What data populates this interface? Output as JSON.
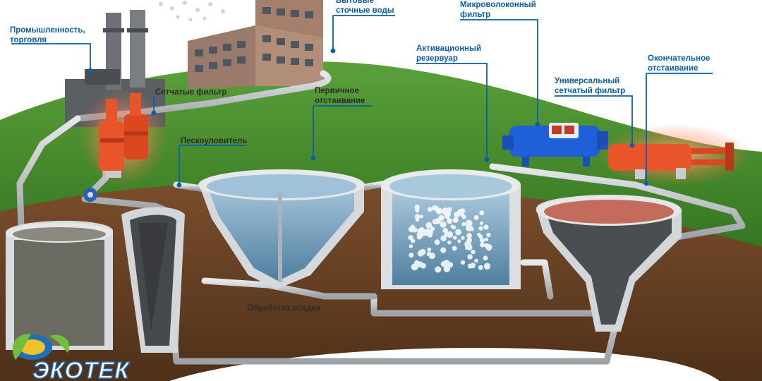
{
  "labels": {
    "industry": "Промышленность,\nторговля",
    "domestic": "Бытовые\nсточные воды",
    "mesh_filter": "Сетчатые фильтр",
    "sand_trap": "Пескоуловитель",
    "primary": "Первичное\nотстаивание",
    "activation": "Активационный\nрезервуар",
    "microfiber": "Микроволоконный\nфильтр",
    "universal": "Универсальный\nсетчатый фильтр",
    "final": "Окончательное\nотстаивание",
    "sludge": "Обработка осадка"
  },
  "logo": {
    "text": "ЭКОТЕК"
  },
  "colors": {
    "label_blue": "#0b5fa8",
    "grass": "#3e8a2a",
    "soil": "#6b4426",
    "water": "#5f8fb0",
    "pipe": "#c9ccce",
    "filter_orange": "#e8552a",
    "microfilter_blue": "#1f5fd8"
  },
  "icons": [
    "factory-icon",
    "building-icon",
    "mesh-filter-icon",
    "pump-icon",
    "microfiber-filter-icon",
    "universal-filter-icon",
    "logo-leaf-icon"
  ]
}
